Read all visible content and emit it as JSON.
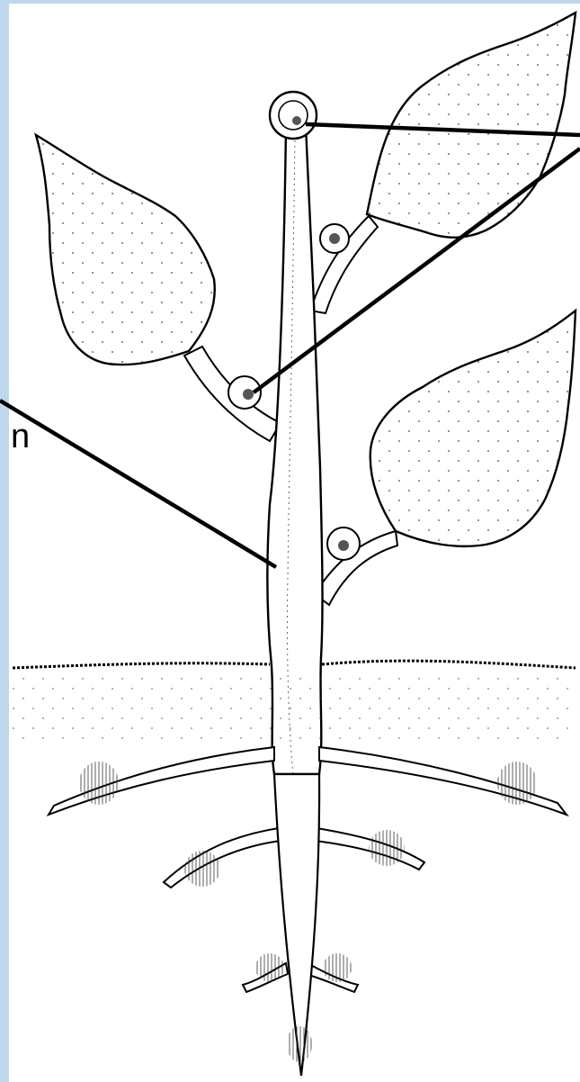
{
  "figure": {
    "type": "botanical line illustration",
    "subject": "plant",
    "colors": {
      "frame": "#bdd7ee",
      "ink": "#000000",
      "paper": "#ffffff",
      "tissue_dots": "#444444"
    }
  },
  "labels": {
    "stem_label_fragment": "n"
  }
}
